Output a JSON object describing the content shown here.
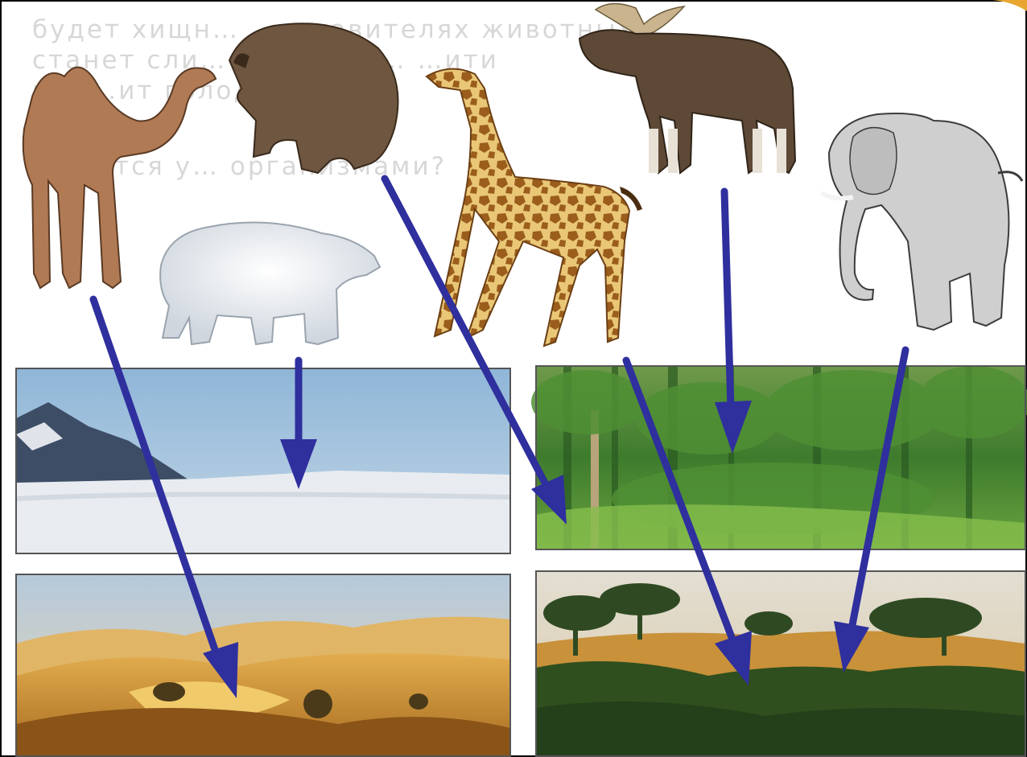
{
  "background_text": {
    "line1": "будет хищн… …дставителях животных",
    "line2": "станет сли… …ния. Ов… …ити",
    "line3": "м… …ит голода.",
    "line4": "…одятся у… организмами?"
  },
  "animals": [
    {
      "id": "camel",
      "name": "camel",
      "target": "desert"
    },
    {
      "id": "brown-bear",
      "name": "brown bear",
      "target": "forest"
    },
    {
      "id": "polar-bear",
      "name": "polar bear",
      "target": "arctic"
    },
    {
      "id": "giraffe",
      "name": "giraffe",
      "target": "savanna"
    },
    {
      "id": "moose",
      "name": "moose",
      "target": "forest"
    },
    {
      "id": "elephant",
      "name": "elephant",
      "target": "savanna"
    }
  ],
  "habitats": [
    {
      "id": "arctic",
      "name": "arctic snow"
    },
    {
      "id": "forest",
      "name": "green forest"
    },
    {
      "id": "desert",
      "name": "sand desert"
    },
    {
      "id": "savanna",
      "name": "savanna"
    }
  ],
  "colors": {
    "arrow": "#2f2f9e",
    "border": "#000000",
    "sky_arctic": "#7aa9cf",
    "snow": "#e9edf1",
    "forest": "#3f7e2e",
    "desert_sand": "#d4982f",
    "savanna_ground": "#c8913a",
    "savanna_bush": "#2f4f1f"
  }
}
